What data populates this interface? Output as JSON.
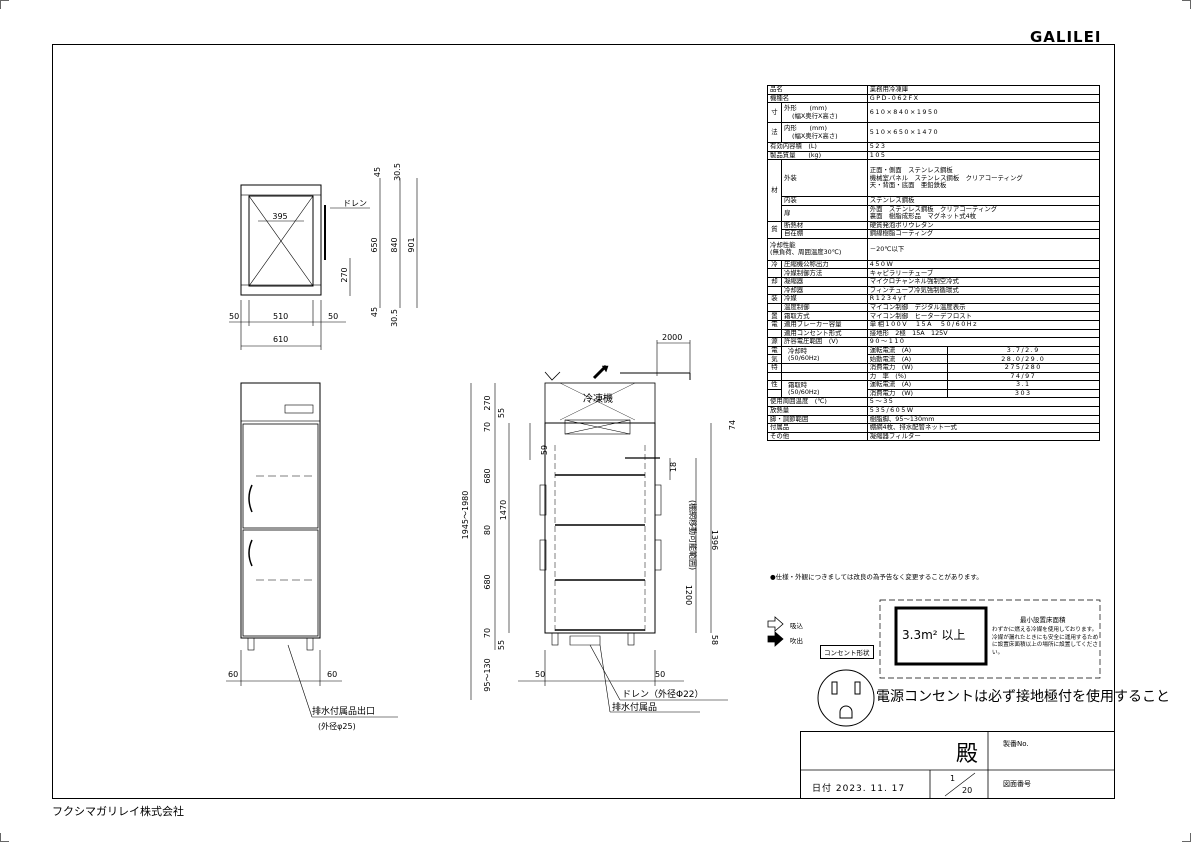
{
  "brand": "GALILEI",
  "company": "フクシマガリレイ株式会社",
  "spec_rows": [
    [
      "品名",
      "",
      "業務用冷凍庫"
    ],
    [
      "機種名",
      "",
      "GPD-062FX"
    ],
    [
      "寸",
      "外形　　(mm)\n(幅X奥行X高さ)",
      "610×840×1950"
    ],
    [
      "法",
      "内形　　(mm)\n(幅X奥行X高さ)",
      "510×650×1470"
    ],
    [
      "有効内容積　(L)",
      "",
      "523"
    ],
    [
      "製品質量　　(kg)",
      "",
      "105"
    ]
  ],
  "spec": {
    "hinmei_label": "品名",
    "hinmei": "業務用冷凍庫",
    "kishu_label": "機種名",
    "kishu": "GPD-062FX",
    "sun": "寸",
    "ho": "法",
    "gaikei_label": "外形　　(mm)",
    "gaikei_sub": "(幅X奥行X高さ)",
    "gaikei": "610×840×1950",
    "naikei_label": "内形　　(mm)",
    "naikei_sub": "(幅X奥行X高さ)",
    "naikei": "510×650×1470",
    "yuko_label": "有効内容積　(L)",
    "yuko": "523",
    "shitsuryo_label": "製品質量　　(kg)",
    "shitsuryo": "105",
    "zai": "材",
    "shitsu": "質",
    "gaiso_label": "外装",
    "gaiso1": "正面・側面　ステンレス鋼板",
    "gaiso2": "機械室パネル　ステンレス鋼板　クリアコーティング",
    "gaiso3": "天・背面・底面　亜鉛鉄板",
    "naiso_label": "内装",
    "naiso": "ステンレス鋼板",
    "tobira_label": "扉",
    "tobira1": "外面　ステンレス鋼板　クリアコーティング",
    "tobira2": "裏面　樹脂成形品　マグネット式4枚",
    "dannetsu_label": "断熱材",
    "dannetsu": "硬質発泡ポリウレタン",
    "tana_label": "自在棚",
    "tana": "鋼線樹脂コーティング",
    "reikyaku_label": "冷却性能",
    "reikyaku_sub": "(無負荷、周囲温度30℃)",
    "reikyaku": "－20℃以下",
    "rei": "冷",
    "kyaku": "却",
    "sou": "装",
    "chi": "置",
    "asshuku_label": "圧縮機公称出力",
    "asshuku": "450W",
    "seigyo_label": "冷媒制御方法",
    "seigyo": "キャピラリーチューブ",
    "gyoshuku_label": "凝縮器",
    "gyoshuku": "マイクロチャンネル強制空冷式",
    "reikyakuki_label": "冷却器",
    "reikyakuki": "フィンチューブ冷気強制循環式",
    "reibai_label": "冷媒",
    "reibai": "R1234yf",
    "ondo_label": "温度制御",
    "ondo": "マイコン制御　デジタル温度表示",
    "shimo_label": "霜取方式",
    "shimo": "マイコン制御　ヒーターデフロスト",
    "den": "電",
    "gen": "源",
    "breaker_label": "適用ブレーカー容量",
    "breaker": "単相100V　15A　50/60Hz",
    "concent_label": "適用コンセント形式",
    "concent": "接地形　2極　15A　125V",
    "kyoyo_label": "許容電圧範囲　(V)",
    "kyoyo": "90～110",
    "ki": "気",
    "toku": "特",
    "sei": "性",
    "reikyakuji": "冷却時",
    "hz1": "(50/60Hz)",
    "unten_label": "運転電流　(A)",
    "unten": "3.7/2.9",
    "shido_label": "始動電流　(A)",
    "shido": "28.0/29.0",
    "shohi_label": "消費電力　(W)",
    "shohi": "275/280",
    "ritsu_label": "力　率　(%)",
    "ritsu": "74/97",
    "shimotoriji": "霜取時",
    "hz2": "(50/60Hz)",
    "unten2_label": "運転電流　(A)",
    "unten2": "3.1",
    "shohi2_label": "消費電力　(W)",
    "shohi2": "303",
    "shiyo_label": "使用周囲温度　(℃)",
    "shiyo": "5～35",
    "honetsu_label": "放熱量",
    "honetsu": "535/605W",
    "tana2_label": "脚・調節範囲",
    "tana2": "樹脂脚、95～130mm",
    "fuzoku_label": "付属品",
    "fuzoku": "棚網4枚、排水配管ネット一式",
    "sonota_label": "その他",
    "sonota": "凝縮器フィルター"
  },
  "note": "●仕様・外観につきましては改良の為予告なく変更することがあります。",
  "legend": {
    "suikomi": "吸込",
    "fukidashi": "吹出",
    "concent_box": "コンセント形状"
  },
  "outlet_text": "電源コンセントは必ず接地極付を使用すること",
  "min_area": {
    "title": "最小設置床面積",
    "value": "3.3m² 以上",
    "desc": "わずかに燃える冷媒を使用しております。冷媒が漏れたときにも安全に運用するために設置床面積以上の場所に設置してください。"
  },
  "title_block": {
    "dono": "殿",
    "seizu": "製番No.",
    "zumen": "図面番号",
    "date": "日付 2023. 11. 17",
    "page_num": "1",
    "page_den": "20"
  },
  "drawing": {
    "top": {
      "d395": "395",
      "drain": "ドレン",
      "d45a": "45",
      "d305a": "30.5",
      "d650": "650",
      "d840": "840",
      "d901": "901",
      "d270": "270",
      "d45b": "45",
      "d305b": "30.5",
      "d50a": "50",
      "d510": "510",
      "d50b": "50",
      "d610": "610"
    },
    "front": {
      "d60a": "60",
      "d60b": "60",
      "hais_label": "排水付属品出口",
      "hais_sub": "(外径φ25)"
    },
    "side": {
      "d2000": "2000",
      "reitoki": "冷凍機",
      "d270": "270",
      "d55a": "55",
      "d70a": "70",
      "d59": "59",
      "d680a": "680",
      "d1470": "1470",
      "d80": "80",
      "d1945": "1945～1980",
      "d680b": "680",
      "d70b": "70",
      "d55b": "55",
      "d95": "95～130",
      "d74": "74",
      "d18": "18",
      "tana_range": "(棚網移動可能範囲)",
      "d1396": "1396",
      "d1200": "1200",
      "d58": "58",
      "d50a": "50",
      "d50b": "50",
      "drain": "ドレン（外径Φ22）",
      "hais": "排水付属品"
    }
  }
}
